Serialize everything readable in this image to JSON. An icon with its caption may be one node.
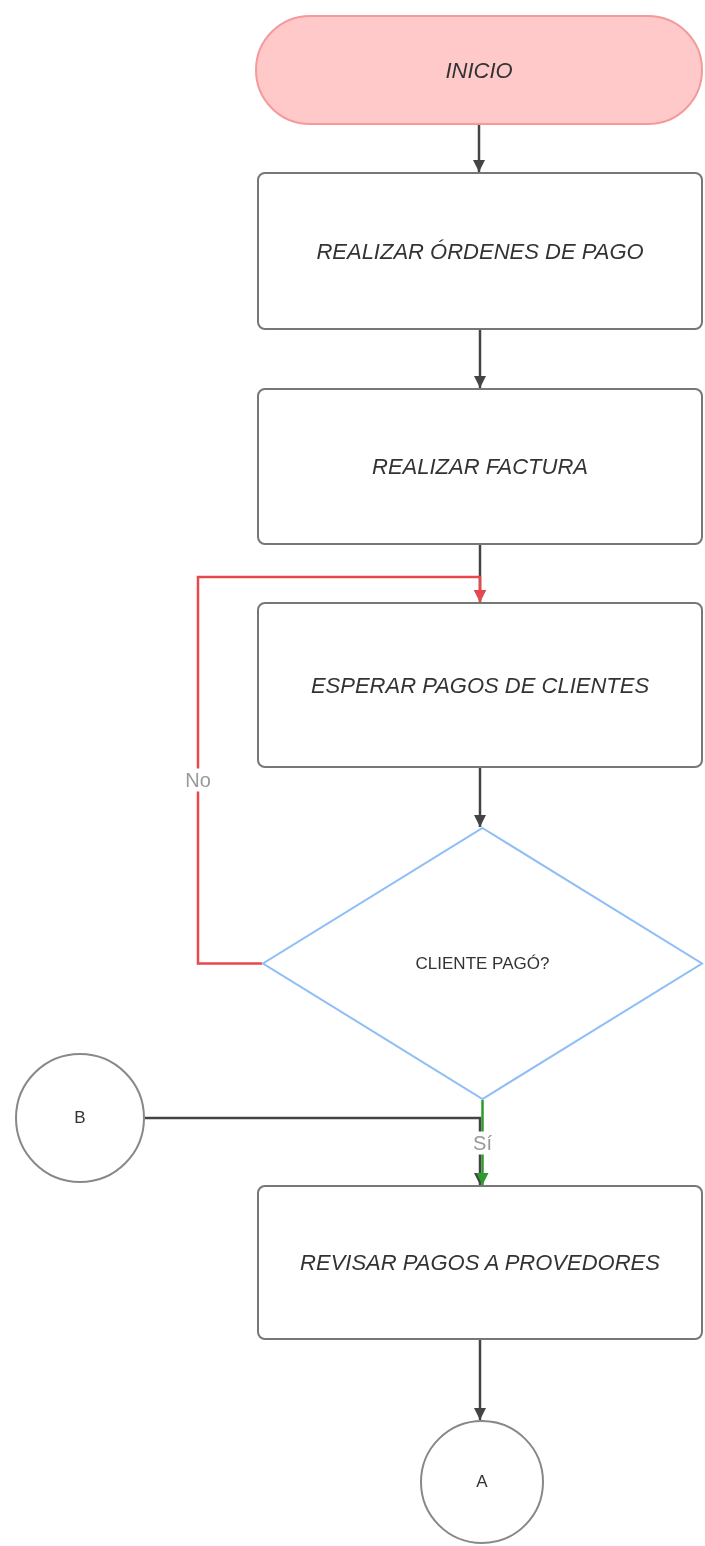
{
  "diagram": {
    "nodes": [
      {
        "text": [
          "INICIO"
        ]
      },
      {
        "text": [
          "REALIZAR ÓRDENES DE PAGO"
        ]
      },
      {
        "text": [
          "REALIZAR FACTURA"
        ]
      },
      {
        "text": [
          "ESPERAR PAGOS DE CLIENTES"
        ]
      },
      {
        "text": [
          "CLIENTE PAGÓ?"
        ]
      },
      {
        "text": [
          "B"
        ]
      },
      {
        "text": [
          "REVISAR PAGOS A PROVEDORES"
        ]
      },
      {
        "text": [
          "A"
        ]
      }
    ],
    "edges": [
      {
        "from": 0,
        "to": 1,
        "arrow": "to"
      },
      {
        "from": 1,
        "to": 2,
        "arrow": "to"
      },
      {
        "from": 2,
        "to": 3,
        "arrow": "to"
      },
      {
        "from": 3,
        "to": 4,
        "arrow": "to"
      },
      {
        "from": 4,
        "to": 3,
        "arrow": "to",
        "label": "No",
        "color": "#e8474c"
      },
      {
        "from": 4,
        "to": 6,
        "arrow": "to",
        "label": "Sí",
        "color": "#2e9a2e"
      },
      {
        "from": 5,
        "to": 6,
        "arrow": "to"
      },
      {
        "from": 6,
        "to": 7,
        "arrow": "to"
      }
    ]
  }
}
